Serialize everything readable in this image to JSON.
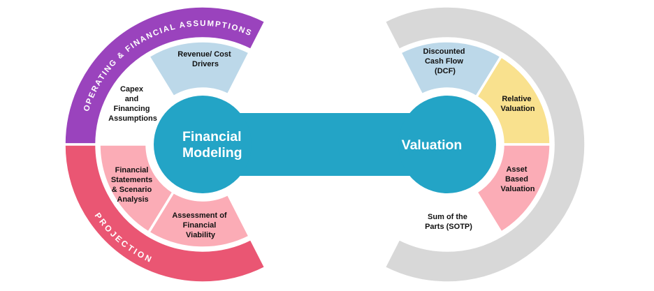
{
  "colors": {
    "teal": "#23a4c6",
    "light_blue": "#bcd8e9",
    "pink": "#fbacb6",
    "yellow": "#f9e18e",
    "purple": "#9a43bd",
    "rose": "#ea5673",
    "gray": "#d8d8d8",
    "white": "#ffffff",
    "label_text": "#111111"
  },
  "left_diagram": {
    "center": {
      "lines": [
        "Financial",
        "Modeling"
      ]
    },
    "outer_bands": [
      {
        "label": "OPERATING & FINANCIAL ASSUMPTIONS"
      },
      {
        "label": "PROJECTION"
      }
    ],
    "segments": [
      {
        "label": "Revenue/ Cost Drivers",
        "lines": [
          "Revenue/ Cost",
          "Drivers"
        ]
      },
      {
        "label": "Capex and Financing Assumptions",
        "lines": [
          "Capex",
          "and",
          "Financing",
          "Assumptions"
        ]
      },
      {
        "label": "Financial Statements & Scenario Analysis",
        "lines": [
          "Financial",
          "Statements",
          "& Scenario",
          "Analysis"
        ]
      },
      {
        "label": "Assessment of Financial Viability",
        "lines": [
          "Assessment of",
          "Financial",
          "Viability"
        ]
      }
    ]
  },
  "right_diagram": {
    "center": {
      "label": "Valuation"
    },
    "segments": [
      {
        "label": "Discounted Cash Flow (DCF)",
        "lines": [
          "Discounted",
          "Cash Flow",
          "(DCF)"
        ]
      },
      {
        "label": "Relative Valuation",
        "lines": [
          "Relative",
          "Valuation"
        ]
      },
      {
        "label": "Asset Based Valuation",
        "lines": [
          "Asset",
          "Based",
          "Valuation"
        ]
      },
      {
        "label": "Sum of the Parts (SOTP)",
        "lines": [
          "Sum of the",
          "Parts (SOTP)"
        ]
      }
    ]
  }
}
